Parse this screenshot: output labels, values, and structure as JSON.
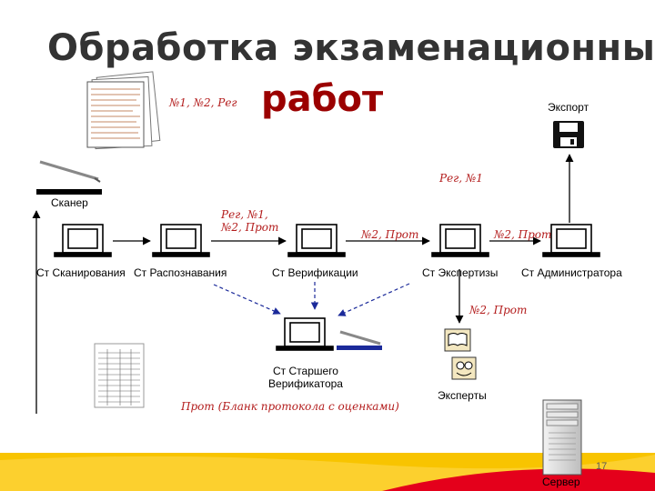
{
  "slide": {
    "title_line1": "Обработка экзаменационных",
    "title_line2": "работ",
    "page_number": "17"
  },
  "nodes": {
    "export": "Экспорт",
    "scanner": "Сканер",
    "scan_station": "Ст Сканирования",
    "recognition_station": "Ст Распознавания",
    "verification_station": "Ст Верификации",
    "expertise_station": "Ст Экспертизы",
    "admin_station": "Ст Администратора",
    "senior_verifier": "Ст Старшего Верификатора",
    "experts": "Эксперты",
    "server": "Сервер"
  },
  "annotations": {
    "forms": "№1, №2, Рег",
    "to_export": "Рег, №1",
    "recog_to_verif": "Рег, №1, №2, Прот",
    "verif_to_expert": "№2, Прот",
    "expert_to_admin": "№2, Прот",
    "expert_to_experts": "№2, Прот",
    "protocol": "Прот (Бланк протокола с оценками)"
  },
  "colors": {
    "title": "#333333",
    "title_accent": "#9b0000",
    "handwriting": "#b31c1c",
    "footer_yellow": "#f8c400",
    "footer_red": "#e4001b",
    "arrow_dashed": "#1b2a9a"
  }
}
